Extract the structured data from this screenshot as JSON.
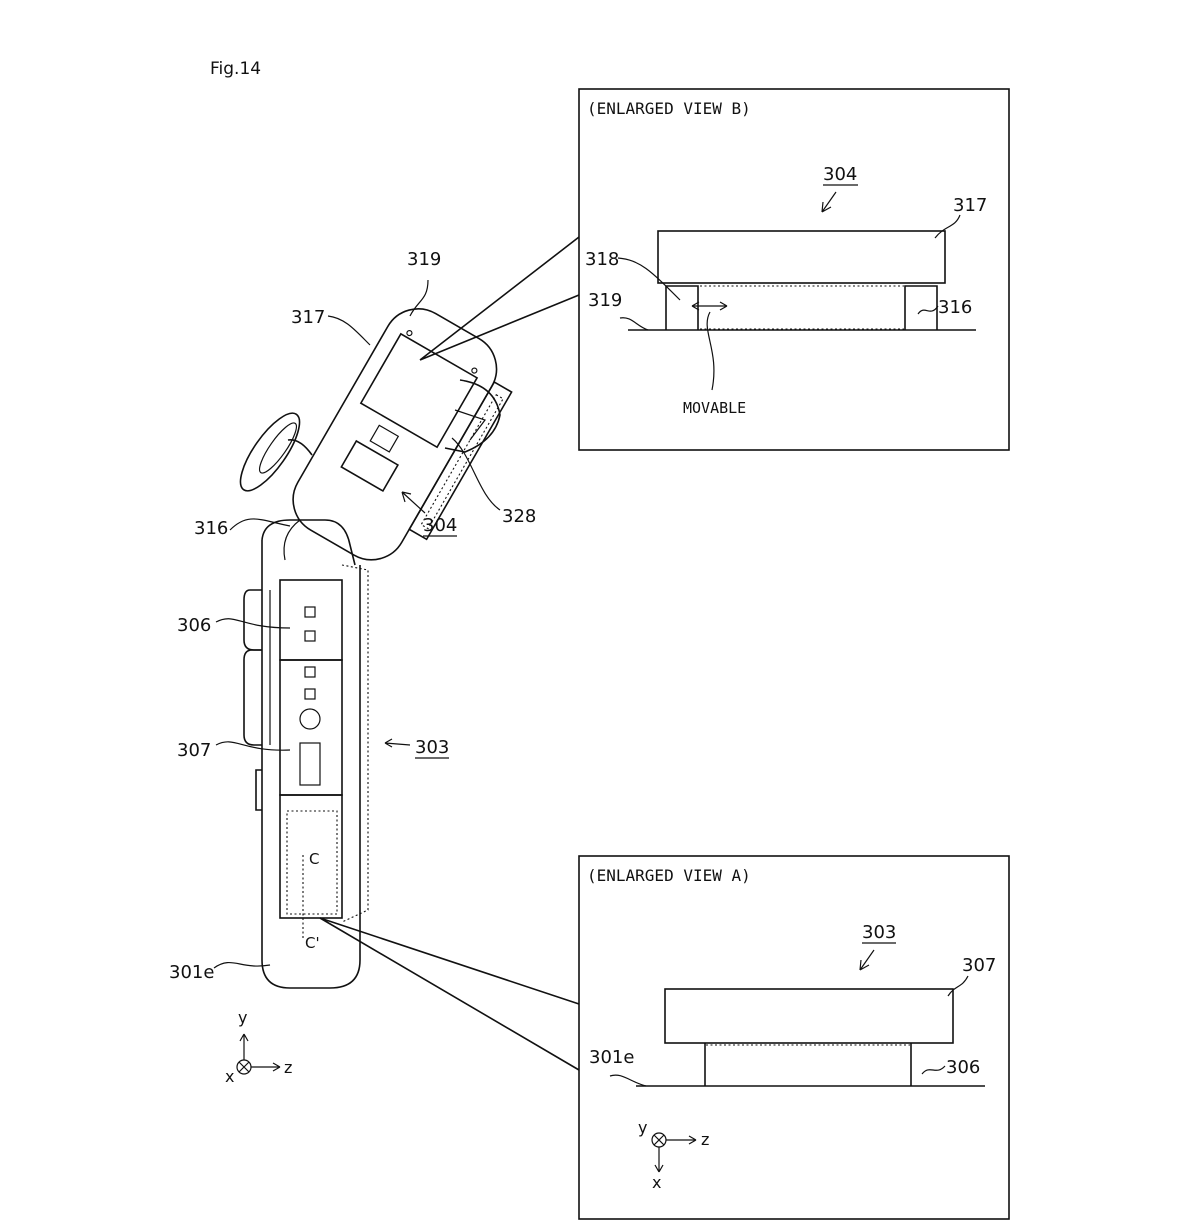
{
  "figure": {
    "title": "Fig.14"
  },
  "view_b": {
    "title": "(ENLARGED VIEW B)",
    "ref": "304",
    "labels": {
      "l317": "317",
      "l318": "318",
      "l319": "319",
      "l316": "316",
      "movable": "MOVABLE"
    }
  },
  "view_a": {
    "title": "(ENLARGED VIEW A)",
    "ref": "303",
    "labels": {
      "l307": "307",
      "l301e": "301e",
      "l306": "306"
    },
    "axes": {
      "y": "y",
      "z": "z",
      "x": "x"
    }
  },
  "main": {
    "labels": {
      "l319": "319",
      "l317": "317",
      "l316": "316",
      "l304": "304",
      "l328": "328",
      "l306": "306",
      "l307": "307",
      "l303": "303",
      "l301e": "301e",
      "c": "C",
      "c_prime": "C'"
    },
    "axes": {
      "y": "y",
      "z": "z",
      "x": "x"
    }
  }
}
